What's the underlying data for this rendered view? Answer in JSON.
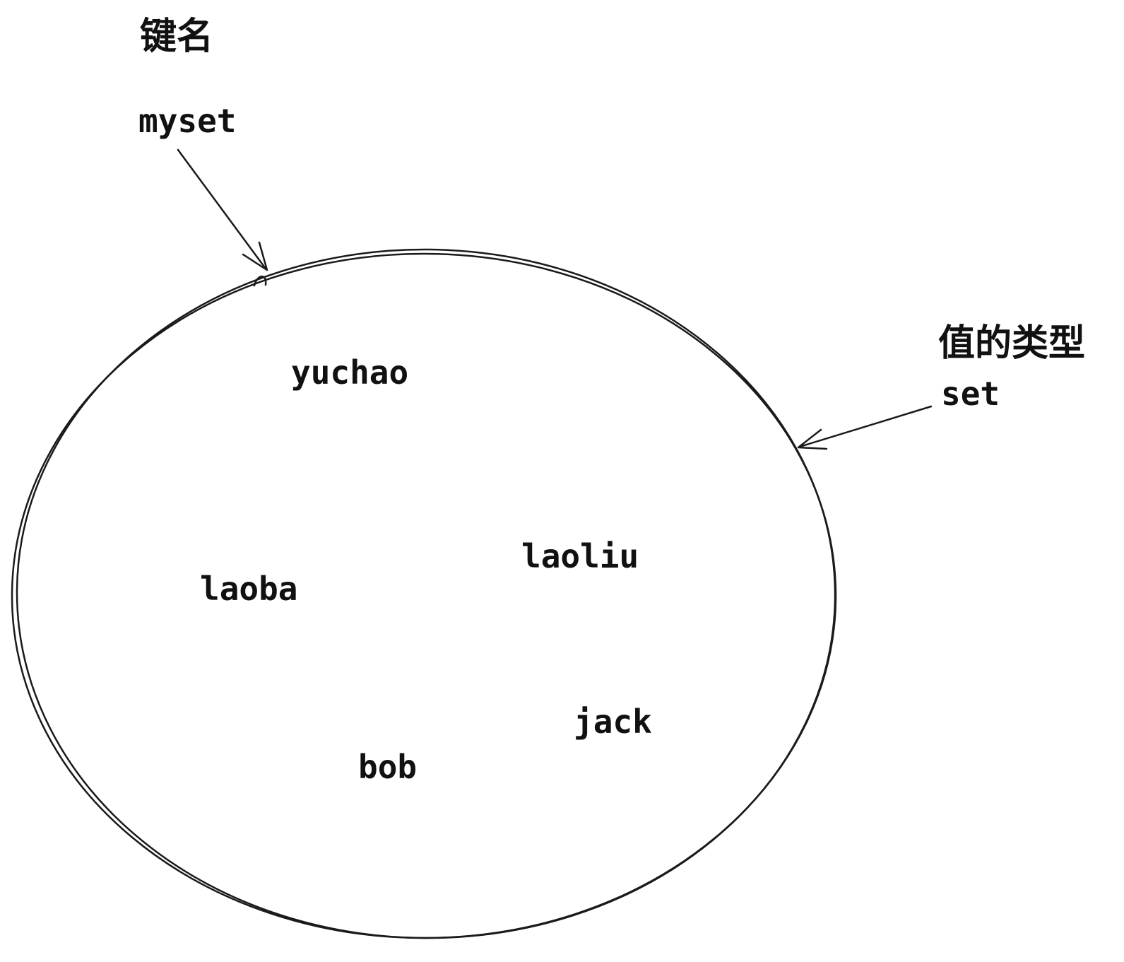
{
  "annotations": {
    "key_name": {
      "caption": "键名",
      "value": "myset"
    },
    "value_type": {
      "caption": "值的类型",
      "value": "set"
    }
  },
  "set": {
    "members": [
      {
        "label": "yuchao"
      },
      {
        "label": "laoba"
      },
      {
        "label": "laoliu"
      },
      {
        "label": "jack"
      },
      {
        "label": "bob"
      }
    ]
  },
  "colors": {
    "stroke": "#1a1a1a",
    "background": "#ffffff",
    "text": "#111111"
  }
}
